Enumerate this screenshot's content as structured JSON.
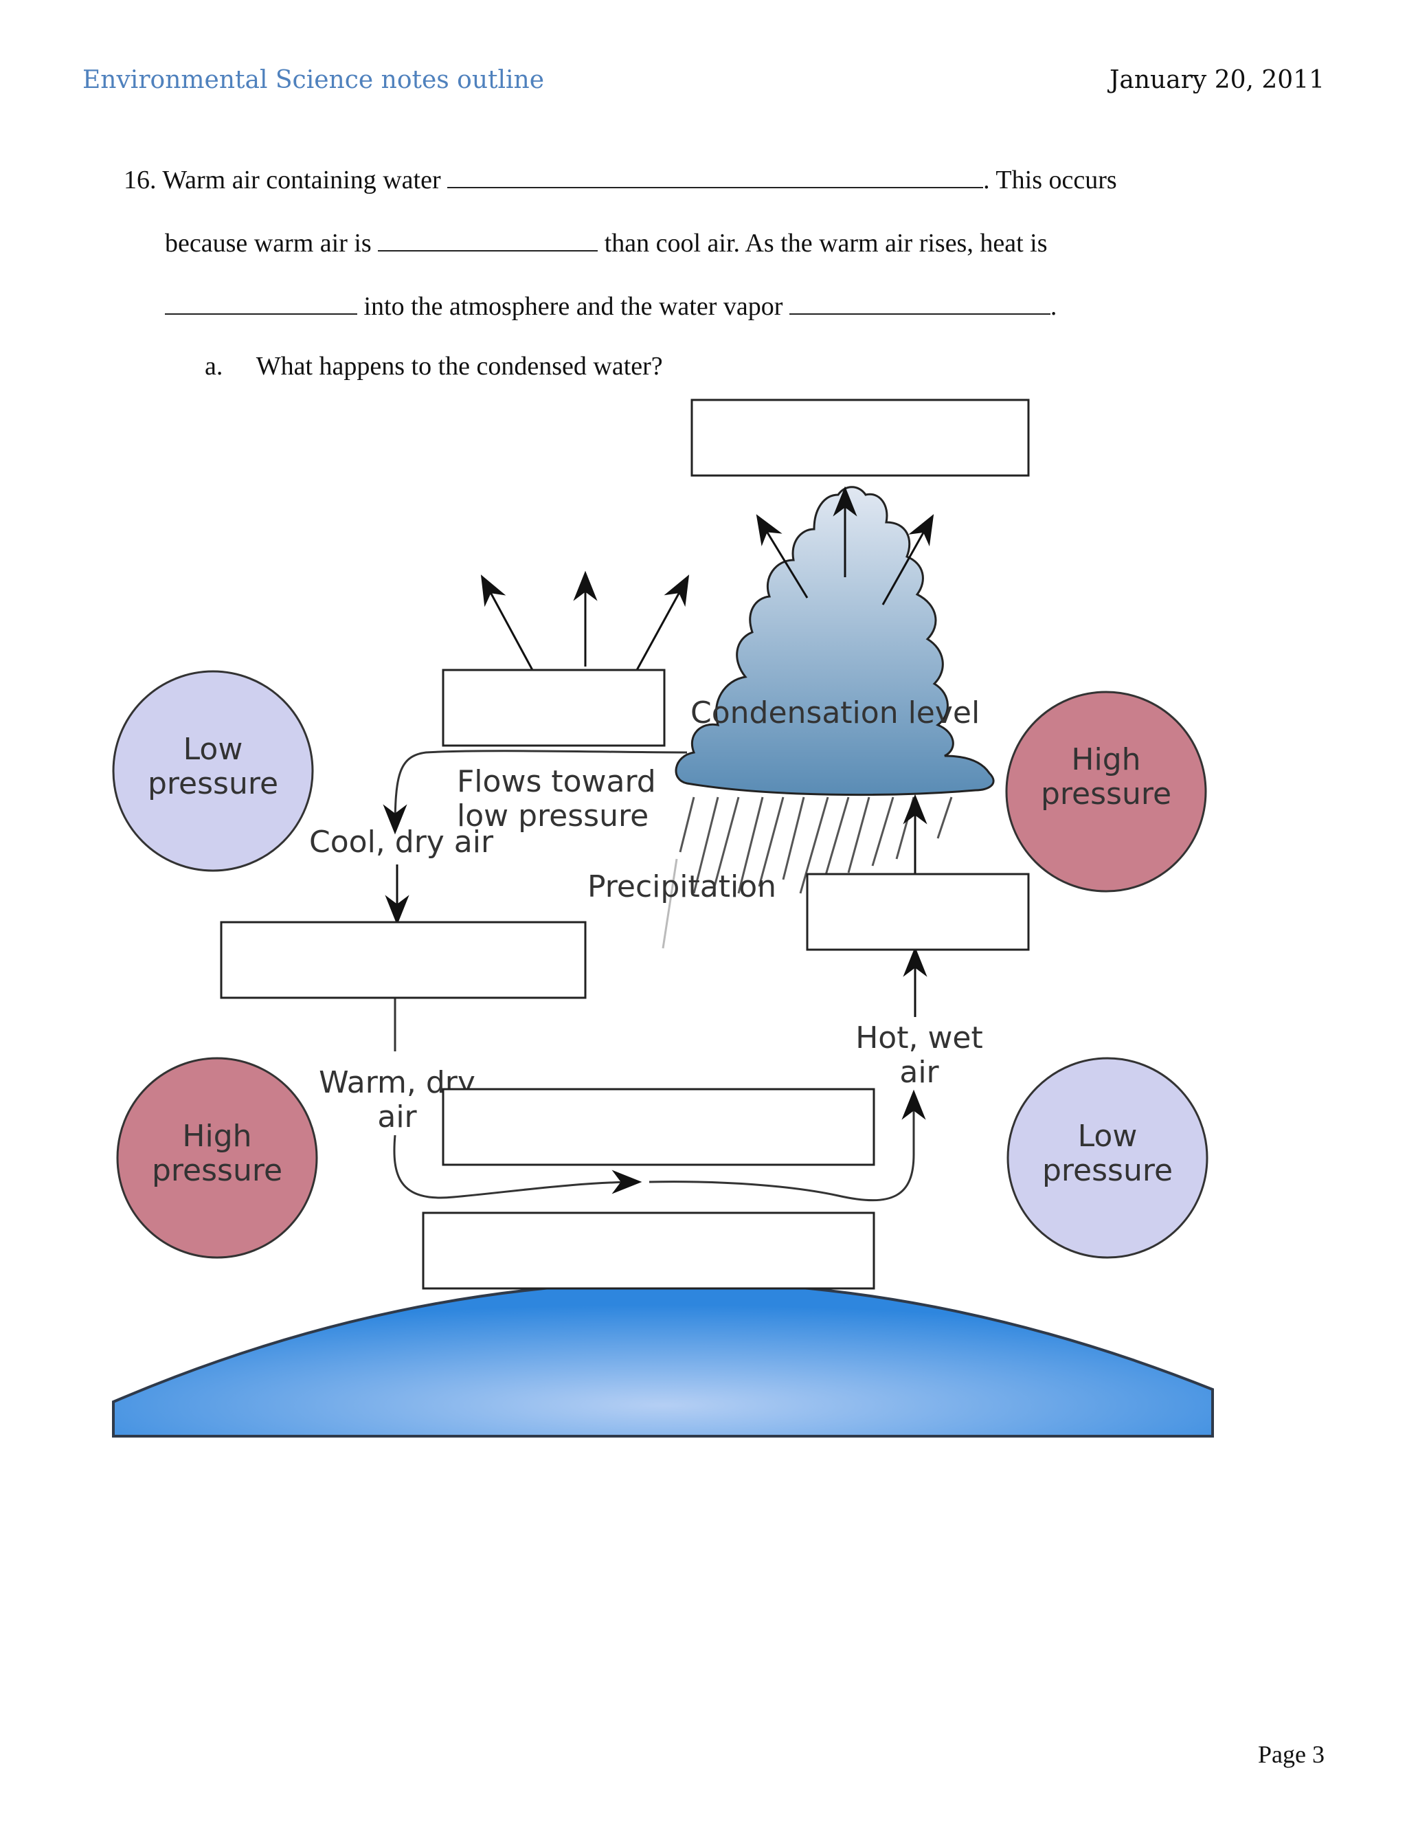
{
  "header": {
    "title": "Environmental Science notes outline",
    "date": "January 20, 2011"
  },
  "question": {
    "number": "16.",
    "line1_start": "Warm air containing water",
    "line1_end": ".  This occurs",
    "line2_start": "because warm air is",
    "line2_end": "than cool air. As the warm air rises, heat is",
    "line3_mid": "into the atmosphere and the water vapor",
    "line3_end": ".",
    "sub_a_marker": "a.",
    "sub_a_text": "What happens to the condensed water?"
  },
  "diagram": {
    "low_pressure_left": [
      "Low",
      "pressure"
    ],
    "high_pressure_right": [
      "High",
      "pressure"
    ],
    "high_pressure_left": [
      "High",
      "pressure"
    ],
    "low_pressure_right": [
      "Low",
      "pressure"
    ],
    "condensation_level": "Condensation level",
    "flows_toward": [
      "Flows toward",
      "low pressure"
    ],
    "cool_dry_air": "Cool, dry air",
    "precipitation": "Precipitation",
    "hot_wet_air": [
      "Hot, wet",
      "air"
    ],
    "warm_dry_air": [
      "Warm, dry",
      "air"
    ]
  },
  "colors": {
    "header_blue": "#4f81bd",
    "low_pressure_fill": "#cfd0ef",
    "high_pressure_fill": "#c97f8c",
    "ocean_blue": "#3d8fe0",
    "cloud_top": "#dfe7f2",
    "cloud_bottom": "#5e8fb7"
  },
  "footer": {
    "page": "Page 3"
  }
}
